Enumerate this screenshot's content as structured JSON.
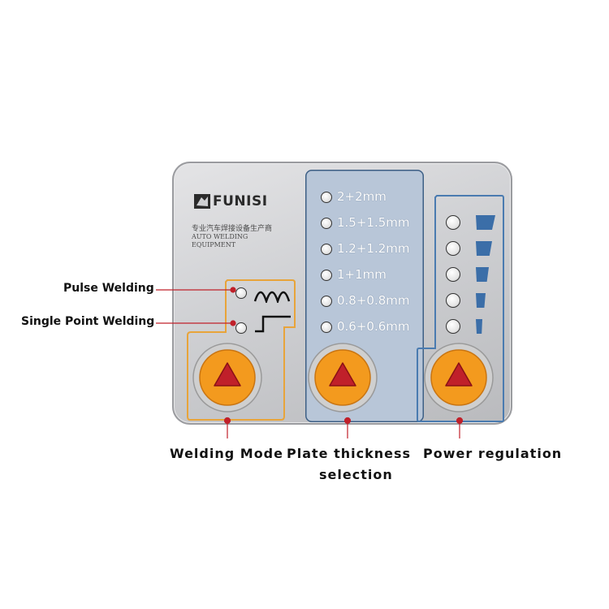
{
  "brand": {
    "name": "FUNISI",
    "subtitle_cn": "专业汽车焊接设备生产商",
    "subtitle_en": "AUTO WELDING EQUIPMENT"
  },
  "thickness_options": [
    "2+2mm",
    "1.5+1.5mm",
    "1.2+1.2mm",
    "1+1mm",
    "0.8+0.8mm",
    "0.6+0.6mm"
  ],
  "power_levels": [
    1.0,
    0.8,
    0.6,
    0.4,
    0.2
  ],
  "callouts": {
    "pulse": "Pulse Welding",
    "single": "Single Point Welding",
    "welding_mode": "Welding Mode",
    "plate_thickness": "Plate thickness",
    "plate_thickness_2": "selection",
    "power": "Power regulation"
  },
  "colors": {
    "accent": "#c0202a",
    "button_orange": "#f39a1e",
    "mode_border": "#e8a43a",
    "power_border": "#4a7bb0"
  }
}
